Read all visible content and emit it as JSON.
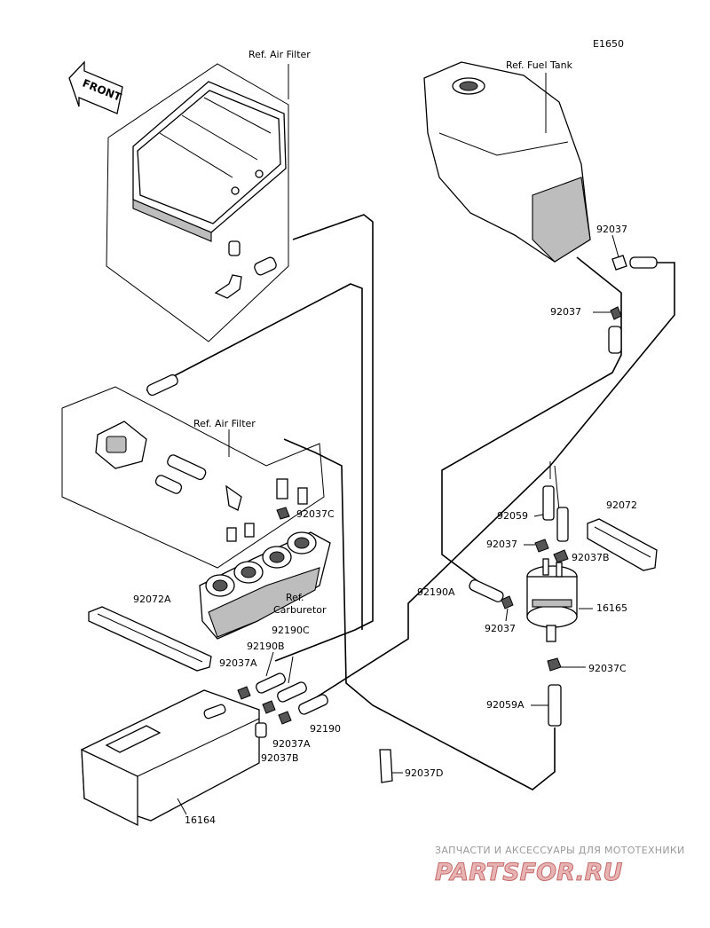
{
  "diagram": {
    "code": "E1650",
    "front_label": "FRONT",
    "refs": {
      "air_filter_top": "Ref. Air Filter",
      "fuel_tank": "Ref. Fuel Tank",
      "air_filter_mid": "Ref. Air Filter",
      "carburetor_line1": "Ref.",
      "carburetor_line2": "Carburetor"
    },
    "parts": {
      "p92037_a": "92037",
      "p92037_b": "92037",
      "p92037c_top": "92037C",
      "p92059": "92059",
      "p92072": "92072",
      "p92037_c": "92037",
      "p92037b_right": "92037B",
      "p92190a": "92190A",
      "p16165": "16165",
      "p92037_d": "92037",
      "p92072a": "92072A",
      "p92190c": "92190C",
      "p92190b": "92190B",
      "p92037a_left": "92037A",
      "p92037c_bottom": "92037C",
      "p92059a": "92059A",
      "p92190": "92190",
      "p92037a_bottom": "92037A",
      "p92037b_bottom": "92037B",
      "p92037d": "92037D",
      "p16164": "16164"
    }
  },
  "watermark": {
    "line1": "ЗАПЧАСТИ И АКСЕССУАРЫ ДЛЯ МОТОТЕХНИКИ",
    "line2": "PARTSFOR.RU"
  }
}
